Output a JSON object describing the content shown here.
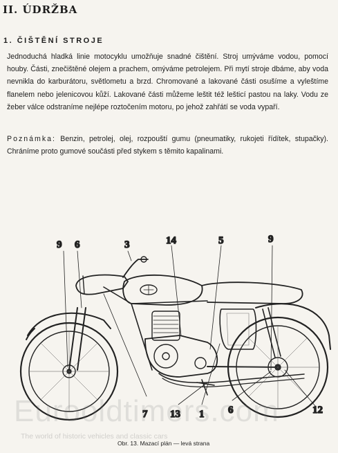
{
  "chapter_title": "II. ÚDRŽBA",
  "section_title": "1. ČIŠTĚNÍ STROJE",
  "paragraph_1": "Jednoduchá hladká linie motocyklu umožňuje snadné čištění. Stroj umýváme vodou, pomocí houby. Části, znečištěné olejem a prachem, omýváme petrolejem. Při mytí stroje dbáme, aby voda nevnikla do karburátoru, světlometu a brzd. Chromované a lakované části osušíme a vyleštíme flanelem nebo jelenicovou kůží. Lakované části můžeme leštit též lešticí pastou na laky. Vodu ze žeber válce odstraníme nejlépe roztočením motoru, po jehož zahřátí se voda vypaří.",
  "note_label": "Poznámka:",
  "note_text": " Benzin, petrolej, olej, rozpouští gumu (pneumatiky, rukojeti řídítek, stupačky). Chráníme proto gumové součásti před stykem s těmito kapalinami.",
  "figure": {
    "callouts": {
      "c9_left": "9",
      "c6_left": "6",
      "c3": "3",
      "c14": "14",
      "c5": "5",
      "c9_right": "9",
      "c7": "7",
      "c13": "13",
      "c1": "1",
      "c6_bottom": "6",
      "c12": "12"
    },
    "caption": "Obr. 13. Mazací plán — levá strana"
  },
  "watermark": {
    "main": "Eurooldtimers.com",
    "sub": "The world of historic vehicles and classic cars"
  }
}
